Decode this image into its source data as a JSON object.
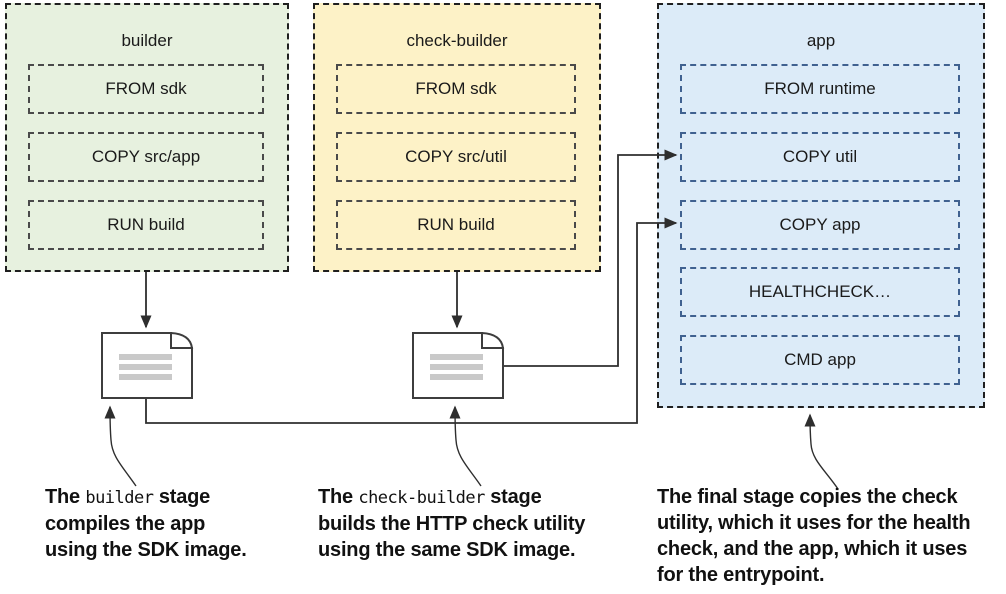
{
  "colors": {
    "builder_fill": "#e7f1df",
    "check_builder_fill": "#fdf2c7",
    "app_fill": "#dcebf8",
    "stage_border": "#1f1f1f",
    "inner_border": "#4a4a4a",
    "app_row_border": "#3f6190",
    "line": "#2e2e2e",
    "doc_bar": "#c9c9c9",
    "text": "#1a1a1a"
  },
  "icons": {
    "artifact_left": "document-icon",
    "artifact_right": "document-icon"
  },
  "stages": [
    {
      "title": "builder",
      "rows": [
        "FROM sdk",
        "COPY src/app",
        "RUN build"
      ]
    },
    {
      "title": "check-builder",
      "rows": [
        "FROM sdk",
        "COPY src/util",
        "RUN build"
      ]
    },
    {
      "title": "app",
      "rows": [
        "FROM runtime",
        "COPY util",
        "COPY app",
        "HEALTHCHECK…",
        "CMD app"
      ]
    }
  ],
  "captions": [
    {
      "lines": [
        {
          "segments": [
            {
              "text": "The ",
              "style": "bold"
            },
            {
              "text": "builder",
              "style": "code"
            },
            {
              "text": " stage",
              "style": "bold"
            }
          ]
        },
        {
          "segments": [
            {
              "text": "compiles the app",
              "style": "bold"
            }
          ]
        },
        {
          "segments": [
            {
              "text": "using the SDK image.",
              "style": "bold"
            }
          ]
        }
      ]
    },
    {
      "lines": [
        {
          "segments": [
            {
              "text": "The ",
              "style": "bold"
            },
            {
              "text": "check-builder",
              "style": "code"
            },
            {
              "text": " stage",
              "style": "bold"
            }
          ]
        },
        {
          "segments": [
            {
              "text": "builds the HTTP check utility",
              "style": "bold"
            }
          ]
        },
        {
          "segments": [
            {
              "text": "using the same SDK image.",
              "style": "bold"
            }
          ]
        }
      ]
    },
    {
      "lines": [
        {
          "segments": [
            {
              "text": "The final stage copies the check",
              "style": "bold"
            }
          ]
        },
        {
          "segments": [
            {
              "text": "utility, which it uses for the health",
              "style": "bold"
            }
          ]
        },
        {
          "segments": [
            {
              "text": "check, and the app, which it uses",
              "style": "bold"
            }
          ]
        },
        {
          "segments": [
            {
              "text": "for the entrypoint.",
              "style": "bold"
            }
          ]
        }
      ]
    }
  ]
}
